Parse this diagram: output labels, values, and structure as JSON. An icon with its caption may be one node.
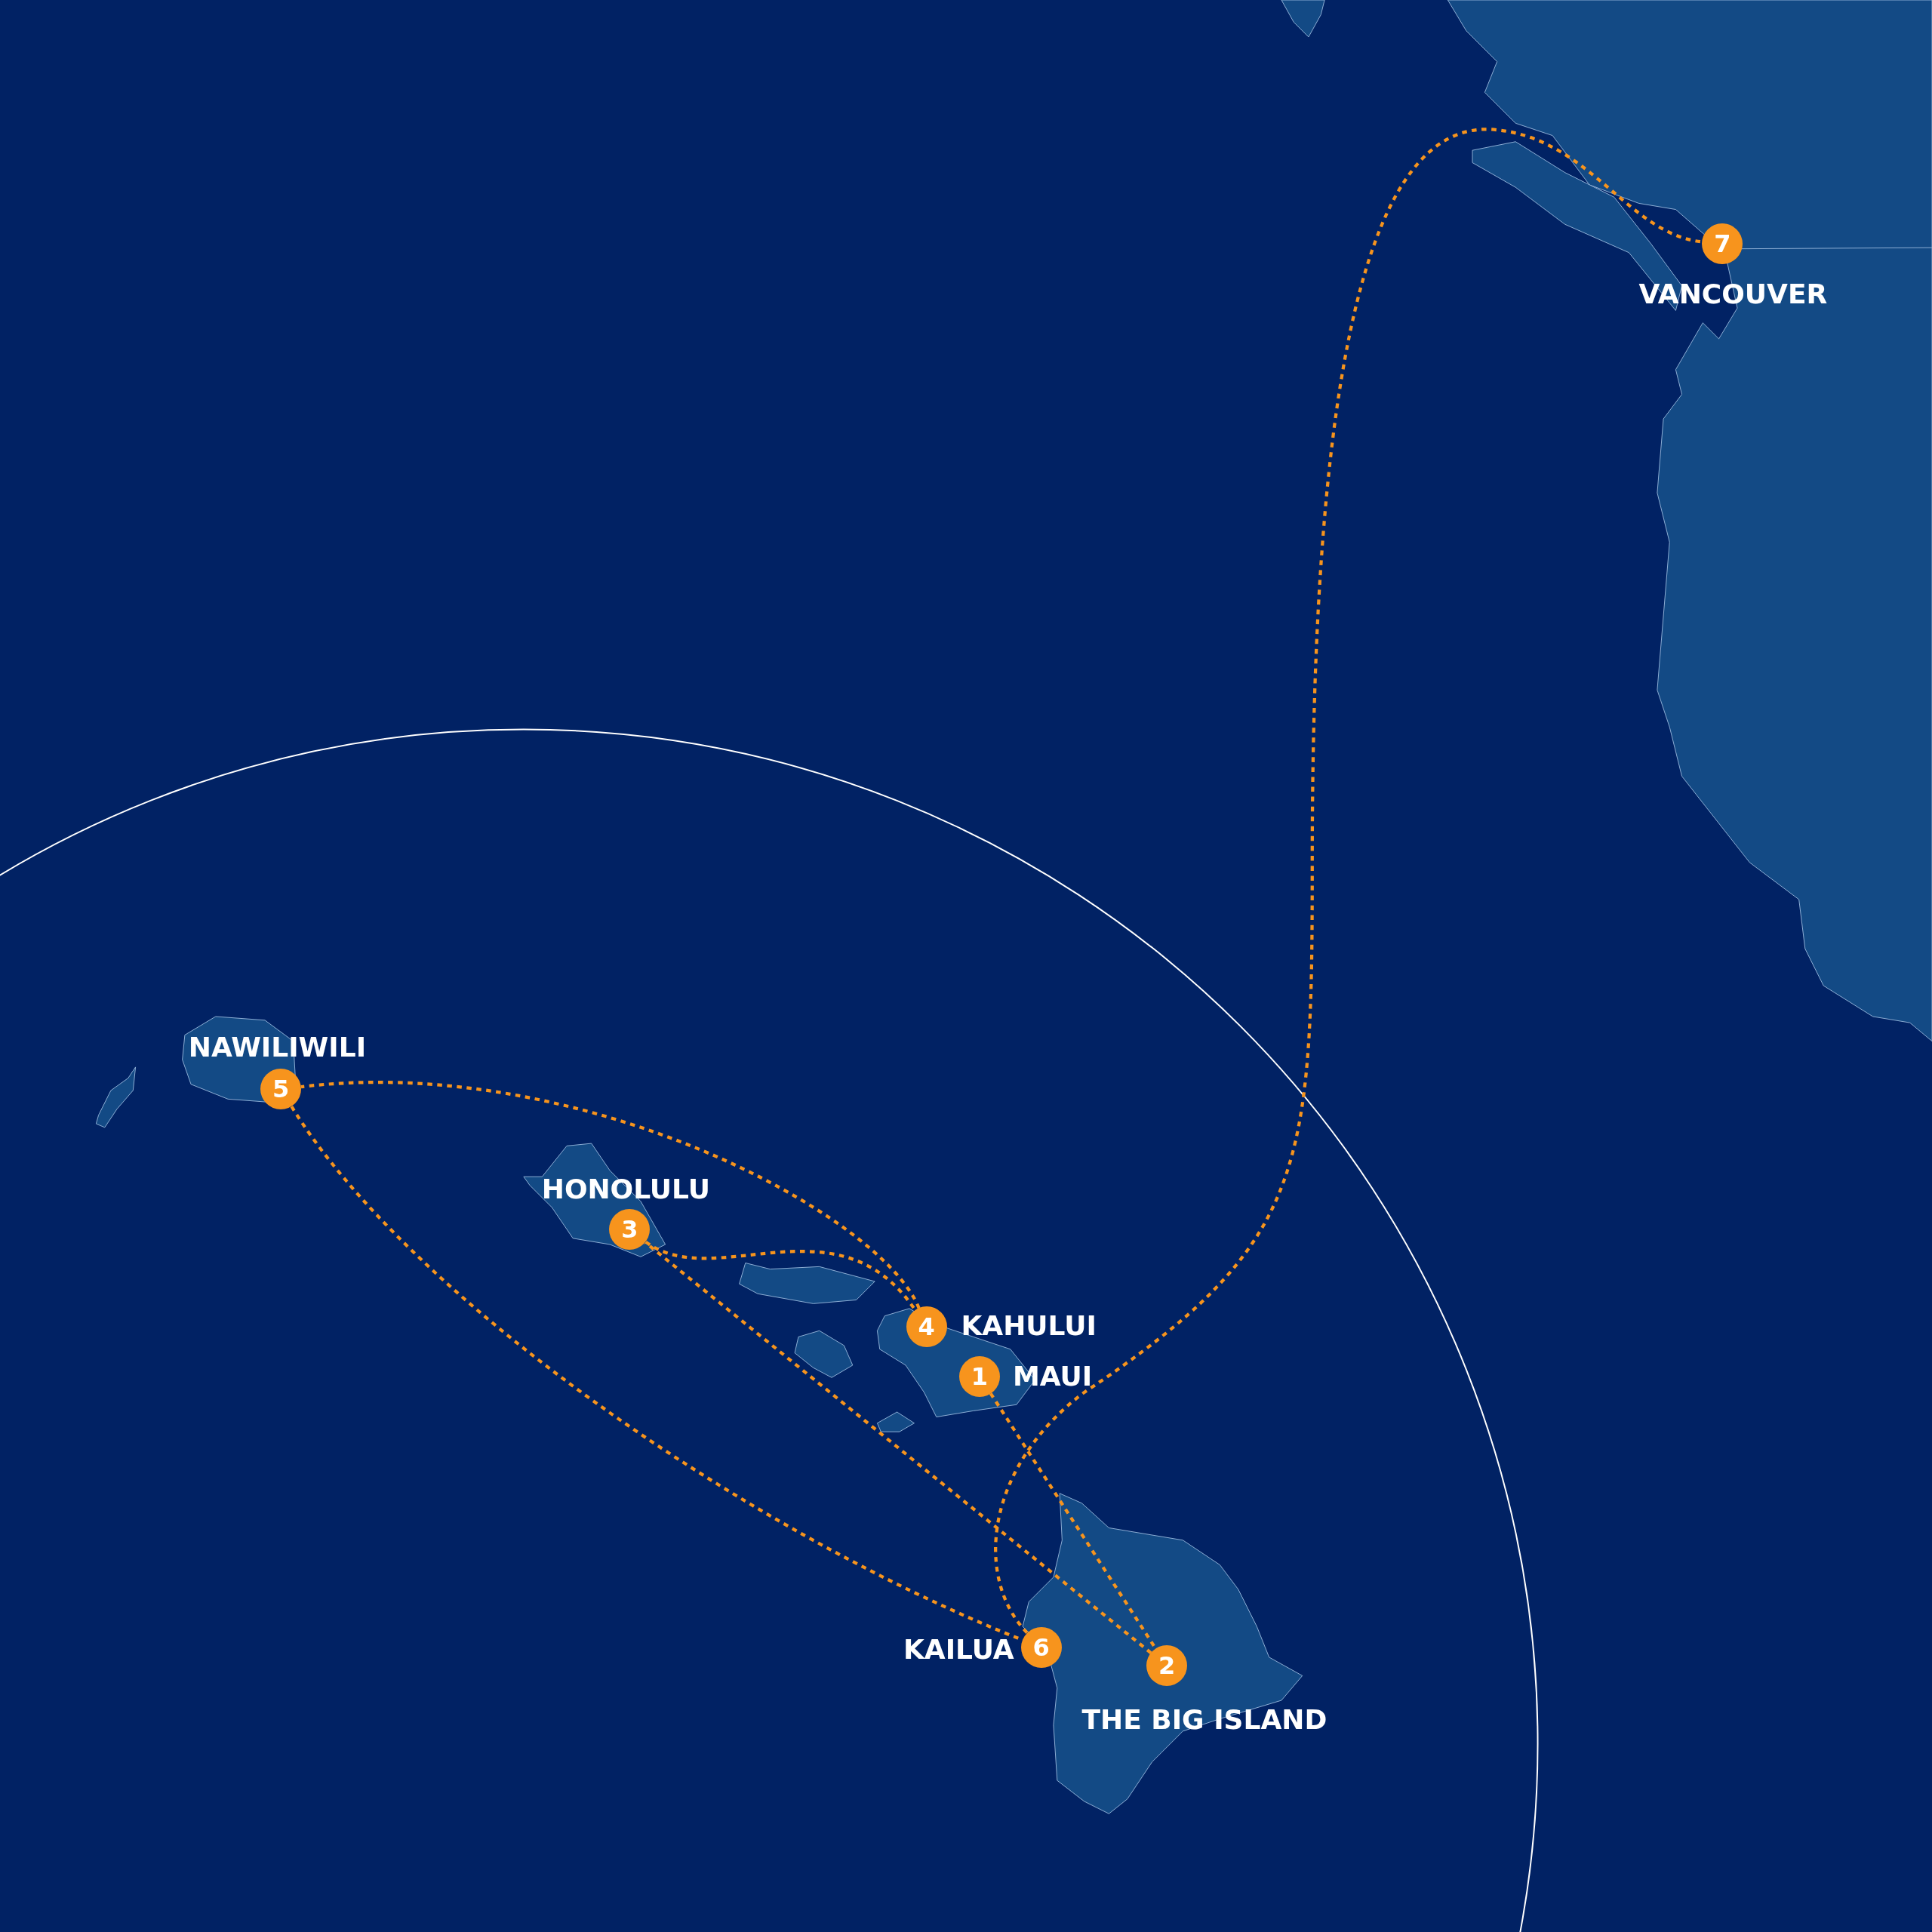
{
  "diagram": {
    "nodes": [
      {
        "text": [
          "1"
        ],
        "beside": [
          "MAUI"
        ]
      },
      {
        "text": [
          "2"
        ],
        "beside": [
          "THE BIG ISLAND"
        ]
      },
      {
        "text": [
          "3"
        ],
        "beside": [
          "HONOLULU"
        ]
      },
      {
        "text": [
          "4"
        ],
        "beside": [
          "KAHULUI"
        ]
      },
      {
        "text": [
          "5"
        ],
        "beside": [
          "NAWILIWILI"
        ]
      },
      {
        "text": [
          "6"
        ],
        "beside": [
          "KAILUA"
        ]
      },
      {
        "text": [
          "7"
        ],
        "beside": [
          "VANCOUVER"
        ]
      }
    ],
    "edges": [
      {
        "from": 0,
        "to": 1,
        "arrow": "none",
        "style": "dashed"
      },
      {
        "from": 1,
        "to": 2,
        "arrow": "none",
        "style": "dashed"
      },
      {
        "from": 2,
        "to": 3,
        "arrow": "none",
        "style": "dashed"
      },
      {
        "from": 3,
        "to": 4,
        "arrow": "none",
        "style": "dashed"
      },
      {
        "from": 4,
        "to": 5,
        "arrow": "none",
        "style": "dashed"
      },
      {
        "from": 5,
        "to": 6,
        "arrow": "none",
        "style": "dashed"
      }
    ]
  }
}
